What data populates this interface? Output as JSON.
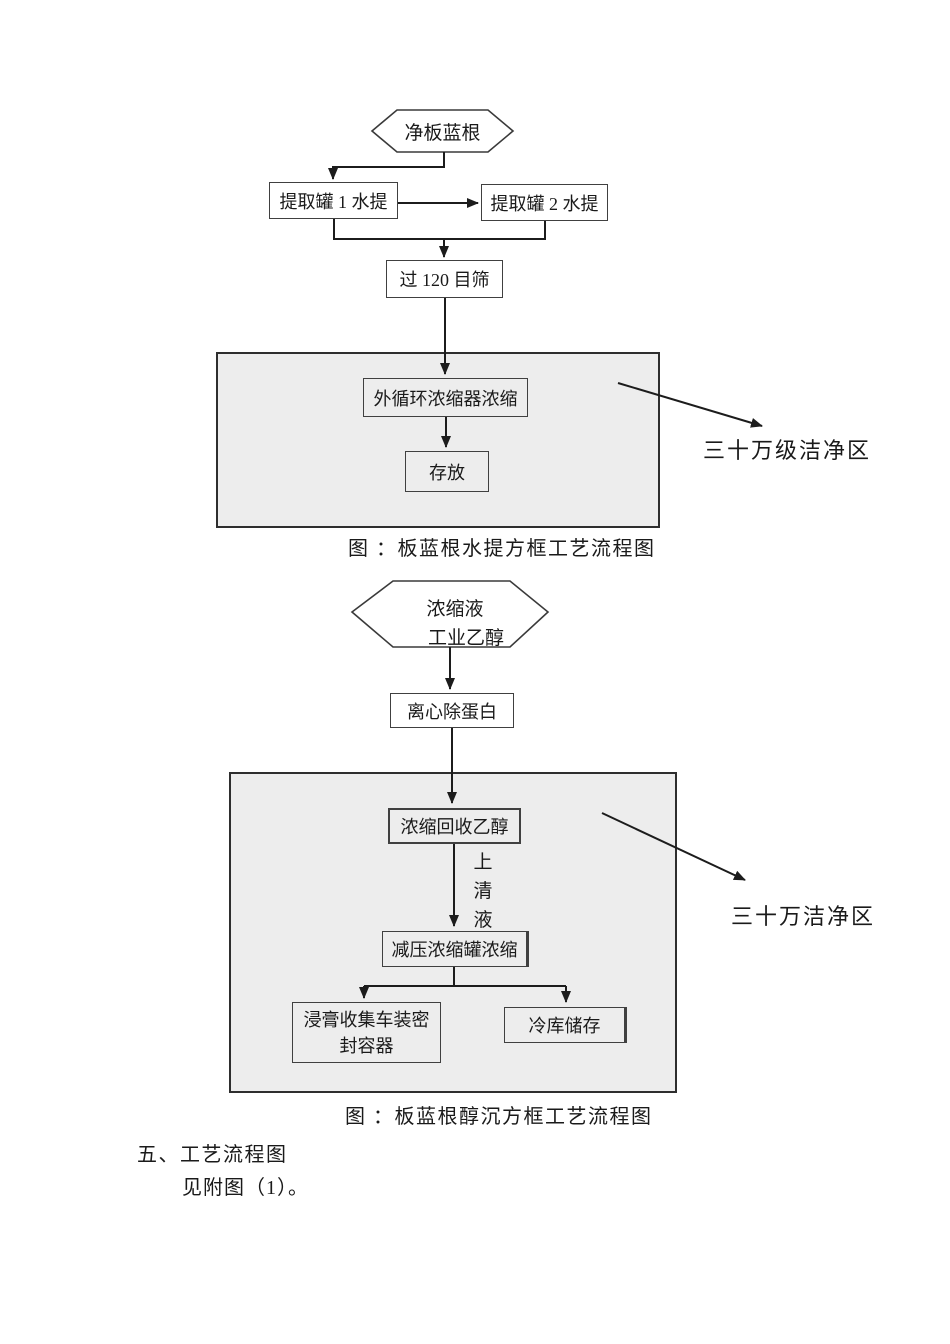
{
  "colors": {
    "page_bg": "#ffffff",
    "region_fill": "#ededed",
    "region_border": "#2e2e2e",
    "box_border": "#404040",
    "line": "#1c1c1c",
    "text": "#1a1a1a"
  },
  "chart1": {
    "hexagon_label": "净板蓝根",
    "box_extract1": "提取罐 1 水提",
    "box_extract2": "提取罐 2 水提",
    "box_sieve": "过 120 目筛",
    "box_concentrator": "外循环浓缩器浓缩",
    "box_storage": "存放",
    "area_label": "三十万级洁净区",
    "caption": "图 ：板蓝根水提方框工艺流程图"
  },
  "chart2": {
    "hexagon_line1": "浓缩液",
    "hexagon_line2": "工业乙醇",
    "box_centrifuge": "离心除蛋白",
    "box_recover": "浓缩回收乙醇",
    "flow_label": "上清液",
    "box_vacuum": "减压浓缩罐浓缩",
    "box_collect_line1": "浸膏收集车装密",
    "box_collect_line2": "封容器",
    "box_cold": "冷库储存",
    "area_label": "三十万洁净区",
    "caption": "图 ：板蓝根醇沉方框工艺流程图"
  },
  "footer": {
    "section_heading": "五、工艺流程图",
    "body_text": "见附图（1）。"
  }
}
